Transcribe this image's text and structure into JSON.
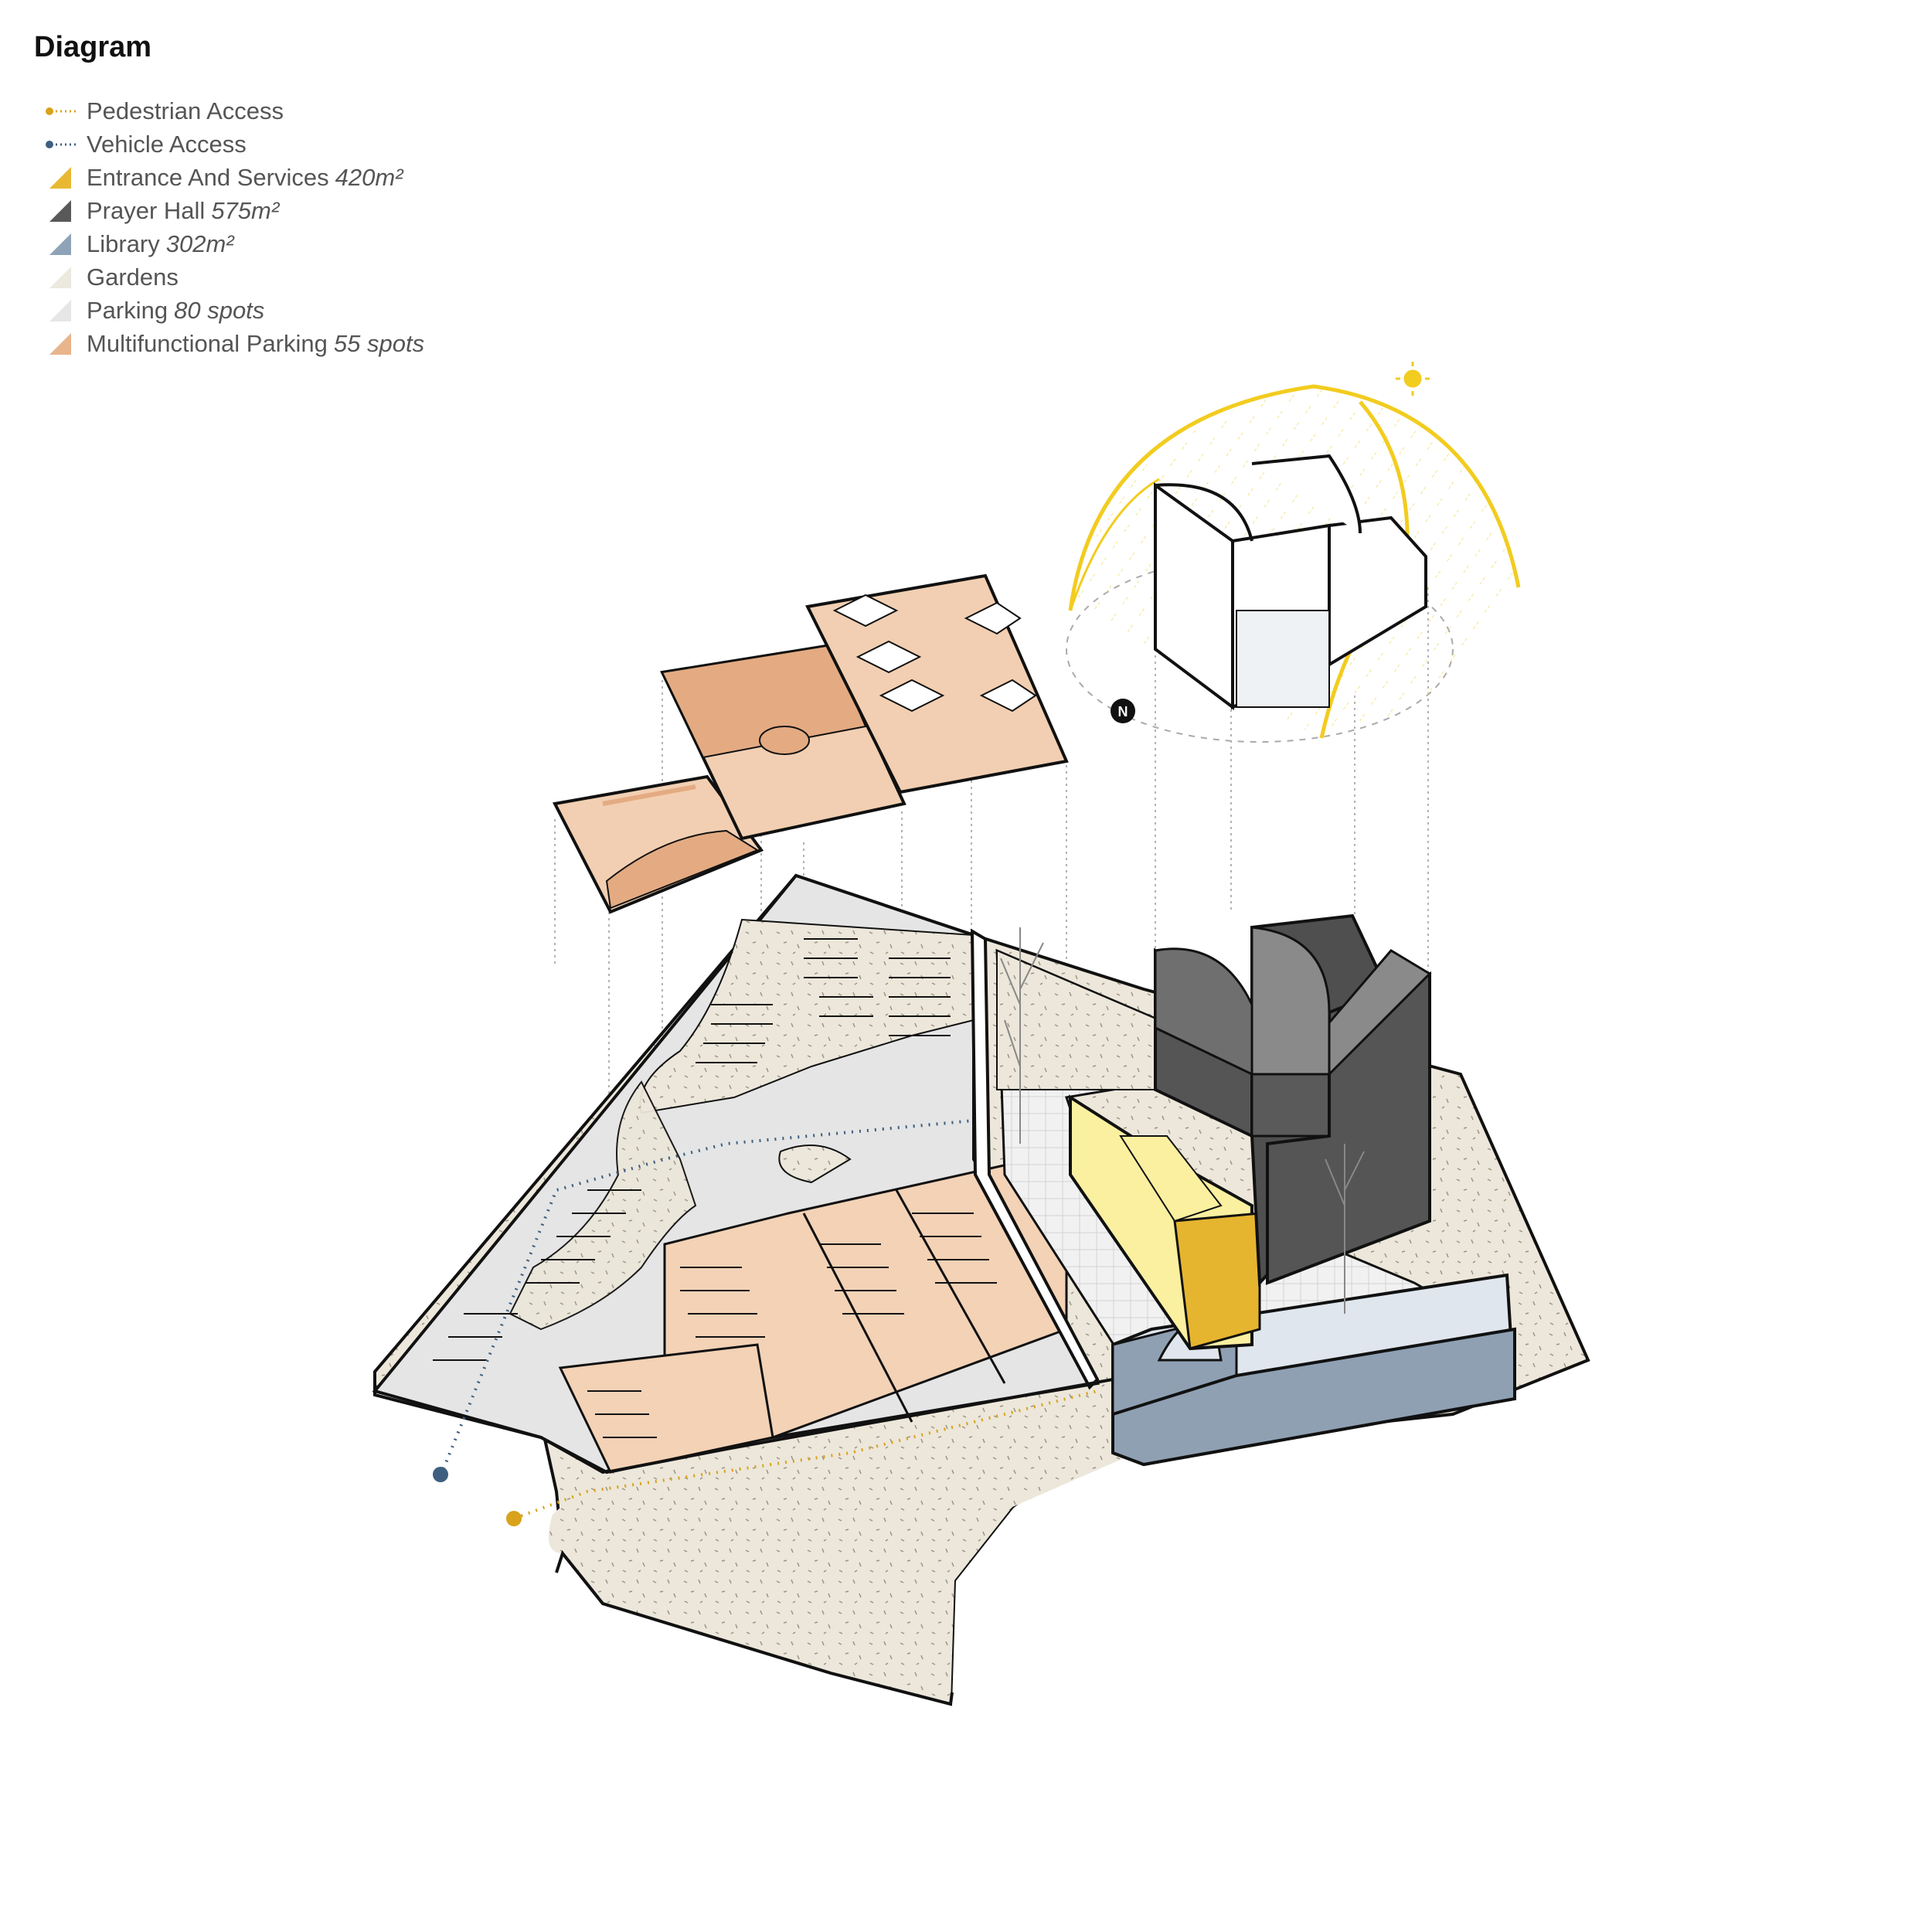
{
  "title": "Diagram",
  "legend": [
    {
      "label": "Pedestrian Access",
      "value": "",
      "color": "#d9a21b",
      "symbol": "dotted-line"
    },
    {
      "label": "Vehicle Access",
      "value": "",
      "color": "#3e5f80",
      "symbol": "dotted-line"
    },
    {
      "label": "Entrance And Services",
      "value": "420m²",
      "color": "#e8b832",
      "symbol": "triangle"
    },
    {
      "label": "Prayer Hall",
      "value": "575m²",
      "color": "#595959",
      "symbol": "triangle"
    },
    {
      "label": "Library",
      "value": "302m²",
      "color": "#8fa3b8",
      "symbol": "triangle"
    },
    {
      "label": "Gardens",
      "value": "",
      "color": "#ece9df",
      "symbol": "triangle"
    },
    {
      "label": "Parking",
      "value": "80 spots",
      "color": "#e6e6e6",
      "symbol": "triangle"
    },
    {
      "label": "Multifunctional Parking",
      "value": "55 spots",
      "color": "#e8b48c",
      "symbol": "triangle"
    }
  ],
  "compass": {
    "label": "N"
  },
  "colors": {
    "garden": "#ece7da",
    "parking": "#e5e5e5",
    "multifunctional": "#f3d2b6",
    "court_dark": "#e4ab82",
    "court_light": "#f2cfb2",
    "prayer_dark": "#555555",
    "prayer_mid": "#6f6f6f",
    "prayer_light": "#8a8a8a",
    "entrance_light": "#fbf0a0",
    "entrance_dark": "#e6b52f",
    "library_dark": "#8fa0b3",
    "library_light": "#dfe6ee",
    "sun": "#f2cc1f",
    "pedestrian": "#d9a21b",
    "vehicle": "#3e5f80"
  }
}
